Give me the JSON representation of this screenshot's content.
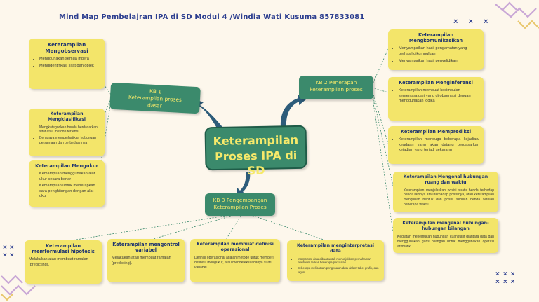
{
  "title": "Mind Map Pembelajran IPA di SD Modul 4 /Windia Wati Kusuma 857833081",
  "center": {
    "line1": "Keterampilan",
    "line2": "Proses IPA di SD"
  },
  "kb1": {
    "label": "KB 1\nKeterampilan proses\ndasar"
  },
  "kb2": {
    "label": "KB 2 Penerapan\nketerampilan proses"
  },
  "kb3": {
    "label": "KB 3 Pengembangan\nKeterampilan Proses"
  },
  "left": [
    {
      "title": "Keterampilan Mengobservasi",
      "items": [
        "Menggunakan semua indera",
        "Mengidentifikasi sifat dan objek"
      ]
    },
    {
      "title": "Keterampilan Mengklasifikasi",
      "items": [
        "Mengkategorikan benda berdasarkan sifat atau metode tertentu",
        "Berupaya memperhatikan hubungan persamaan dan perbedaannya"
      ]
    },
    {
      "title": "Keterampilan Mengukur",
      "items": [
        "Kemampuan menggunakan alat ukur secara benar",
        "Kemampuan untuk menerapkan cara penghitungan dengan alat ukur"
      ]
    }
  ],
  "right": [
    {
      "title": "Keterampilan Mengkomunikasikan",
      "items": [
        "Menyampaikan hasil pengamatan yang berhasil dikumpulkan",
        "Menyampaikan hasil penyelidikan"
      ]
    },
    {
      "title": "Keterampilan Menginferensi",
      "items": [
        "Keterampilan membuat kesimpulan sementara dari yang di observasi dengan menggunakan logika"
      ]
    },
    {
      "title": "Keterampilan Memprediksi",
      "items": [
        "Keterampilan menduga beberapa kejadian/ keadaan yang akan datang berdasarkan kejadian yang terjadi sekarang"
      ]
    },
    {
      "title": "Keterampilan Mengenal hubungan ruang dan waktu",
      "items": [
        "Keterampilan menjelaskan posisi suatu benda terhadap benda lainnya atau terhadap posisinya, atau keterampilan mengubah bentuk dan posisi sebuah benda setelah beberapa waktu."
      ]
    },
    {
      "title": "Keterampilan mengenal hubungan-hubungan bilangan",
      "text": "Kegiatan menemukan hubungan kuantitatif diantara data dan menggunakan garis bilangan untuk menggunakan operasi aritmatik."
    }
  ],
  "bottom": [
    {
      "title": "Keterampilan memformulasi hipotesis",
      "text": "Melakukan atau membuat ramalan (predicting)."
    },
    {
      "title": "Keterampilan mengontrol variabel",
      "text": "Melakukan atau membuat ramalan (predicting)."
    },
    {
      "title": "Keterampilan membuat definisi operasional",
      "text": "Definisi operasional adalah metode untuk memberi definisi, mengukur, atau mendeteksi adanya suatu variabel."
    },
    {
      "title": "Keterampilan menginterpretasi data",
      "items": [
        "Interpretasi data dibuat untuk menunjukkan pemahaman praktikum terkait beberapa persoalan.",
        "Beberapa melibatkan pengenalan data dalam tabel grafik, dan lagun"
      ]
    }
  ],
  "colors": {
    "box": "#f3e56a",
    "green": "#3b8a6c",
    "accent": "#2c3e8f",
    "line": "#3b8a6c"
  },
  "decor": {
    "xmarks": "× × ×"
  }
}
